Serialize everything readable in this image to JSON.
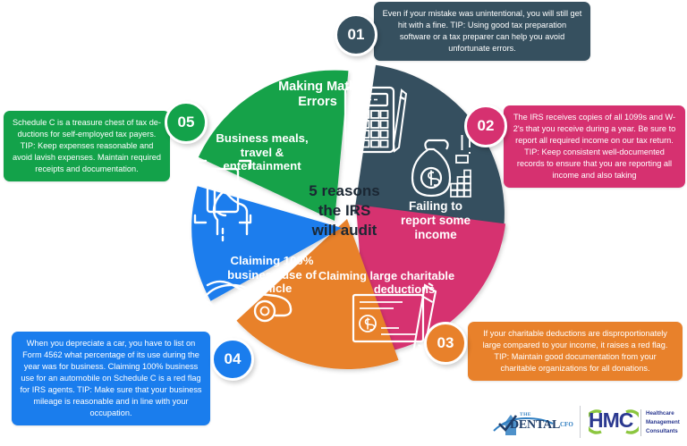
{
  "center": {
    "line1": "5 reasons",
    "line2": "the IRS",
    "line3": "will audit"
  },
  "colors": {
    "slate": "#36505f",
    "pink": "#d63170",
    "orange": "#e8812b",
    "blue": "#1a7ded",
    "green": "#13a24a",
    "white": "#ffffff",
    "center_text": "#1b2733"
  },
  "segments": [
    {
      "number": "01",
      "label": "Making Math\nErrors",
      "label_line1": "Making Math",
      "label_line2": "Errors",
      "color": "#36505f",
      "icon": "calculator-icon",
      "tip": "Even if your mistake was unintentional, you will still get hit with a fine. TIP: Using good tax preparation software or a tax preparer can help you avoid unfortunate errors."
    },
    {
      "number": "02",
      "label_line1": "Failing to",
      "label_line2": "report some",
      "label_line3": "income",
      "color": "#d63170",
      "icon": "money-bag-icon",
      "tip": "The IRS receives copies of all 1099s and W-2's that you receive during a year. Be sure to report all required income on our tax return. TIP: Keep consistent well-documented records to ensure that you are reporting all income and also taking"
    },
    {
      "number": "03",
      "label_line1": "Claiming large charitable",
      "label_line2": "deductions",
      "color": "#e8812b",
      "icon": "check-and-pen-icon",
      "tip": "If your charitable deductions are disproportionately large compared to your income, it raises a red flag. TIP: Maintain good documentation from your charitable organizations for all donations."
    },
    {
      "number": "04",
      "label_line1": "Claiming 100%",
      "label_line2": "business use of",
      "label_line3": "vehicle",
      "color": "#1a7ded",
      "icon": "car-icon",
      "tip": "When you depreciate a car, you have to list on Form 4562 what percentage of its use during the year was for business. Claiming 100% business use for an automobile on Schedule C is a red flag for IRS agents. TIP: Make sure that your business mileage is reasonable and in line with your occupation."
    },
    {
      "number": "05",
      "label_line1": "Business meals,",
      "label_line2": "travel &",
      "label_line3": "entertainment",
      "color": "#13a24a",
      "icon": "hand-credit-card-icon",
      "tip": "Schedule C is a treasure chest of tax de-ductions for self-employed tax payers. TIP: Keep expenses reasonable and avoid lavish expenses. Maintain required receipts and documentation."
    }
  ],
  "footer": {
    "logo1": {
      "name": "the-dental-cfo-logo",
      "the": "THE",
      "main": "DENTAL",
      "suffix": "CFO"
    },
    "logo2": {
      "name": "hmc-logo",
      "mark": "HMC",
      "line1": "Healthcare",
      "line2": "Management",
      "line3": "Consultants"
    }
  }
}
